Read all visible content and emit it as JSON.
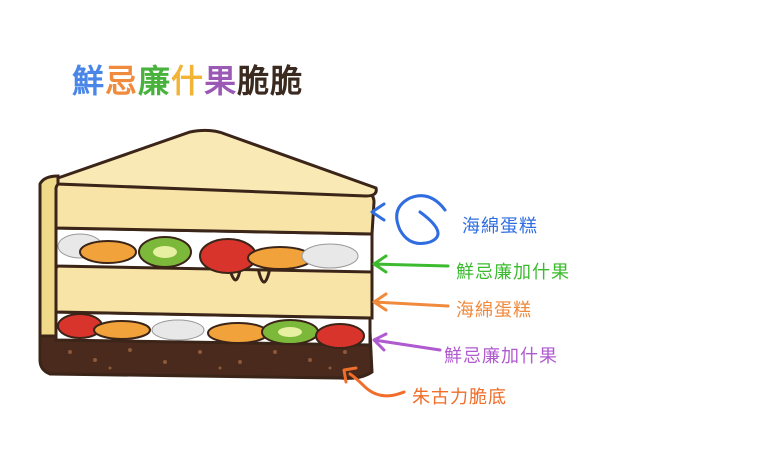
{
  "title": {
    "chars": [
      {
        "text": "鮮",
        "color": "#4a86e8"
      },
      {
        "text": "忌",
        "color": "#f08a3c"
      },
      {
        "text": "廉",
        "color": "#49b23d"
      },
      {
        "text": "什",
        "color": "#f3b335"
      },
      {
        "text": "果",
        "color": "#9b59b6"
      },
      {
        "text": "脆脆",
        "color": "#3a2a20"
      }
    ]
  },
  "labels": {
    "sponge_top": {
      "text": "海綿蛋糕",
      "color": "#2f6de0"
    },
    "fruit_top": {
      "text": "鮮忌廉加什果",
      "color": "#3dbb2f"
    },
    "sponge_bottom": {
      "text": "海綿蛋糕",
      "color": "#f08a3c"
    },
    "fruit_bottom": {
      "text": "鮮忌廉加什果",
      "color": "#b05ad0"
    },
    "crunch_base": {
      "text": "朱古力脆底",
      "color": "#f06d2a"
    }
  },
  "colors": {
    "sponge": "#f7e4a6",
    "sponge_edge": "#e7c96a",
    "cream": "#ffffff",
    "outline": "#3b2418",
    "chocolate": "#4a2a1c",
    "strawberry": "#d9342b",
    "mango": "#f2a23a",
    "kiwi": "#7cb83a",
    "dragonfruit": "#e8e8e8"
  }
}
